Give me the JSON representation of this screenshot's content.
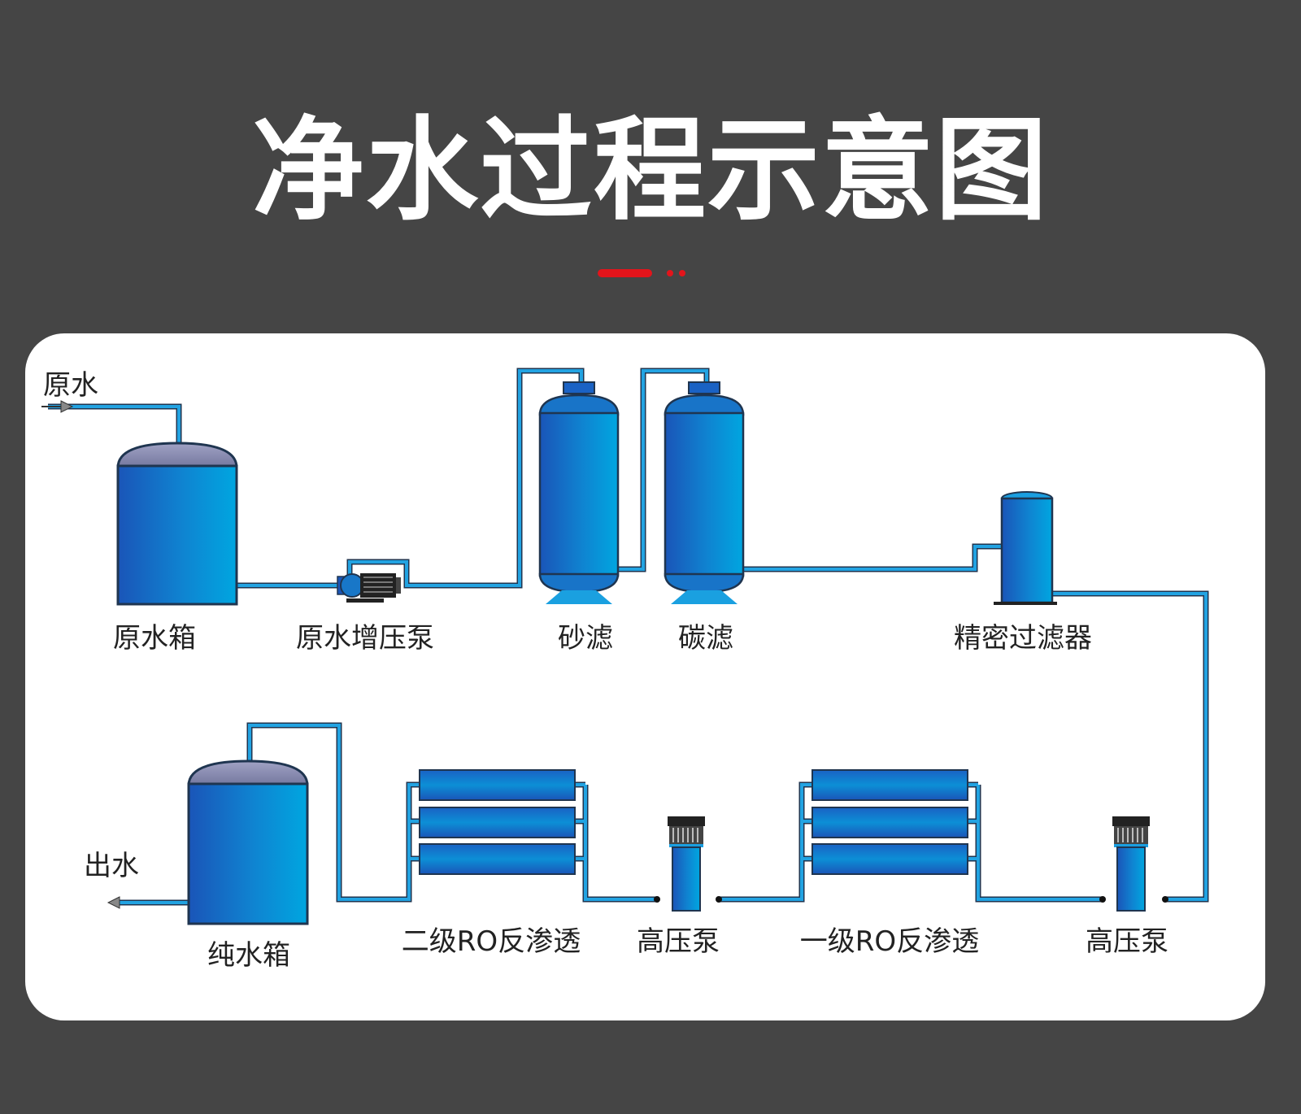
{
  "title": "净水过程示意图",
  "labels": {
    "raw_water": "原水",
    "raw_water_tank": "原水箱",
    "raw_water_booster_pump": "原水增压泵",
    "sand_filter": "砂滤",
    "carbon_filter": "碳滤",
    "precision_filter": "精密过滤器",
    "water_out": "出水",
    "pure_water_tank": "纯水箱",
    "ro_stage2": "二级RO反渗透",
    "high_pressure_pump_2": "高压泵",
    "ro_stage1": "一级RO反渗透",
    "high_pressure_pump_1": "高压泵"
  },
  "colors": {
    "background": "#454545",
    "card": "#ffffff",
    "accent_red": "#e3141b",
    "equipment_blue_dark": "#1a55b8",
    "equipment_blue_light": "#00a6e0",
    "pipe_blue": "#1ea1de",
    "tank_cap": "#8d8fb2"
  }
}
